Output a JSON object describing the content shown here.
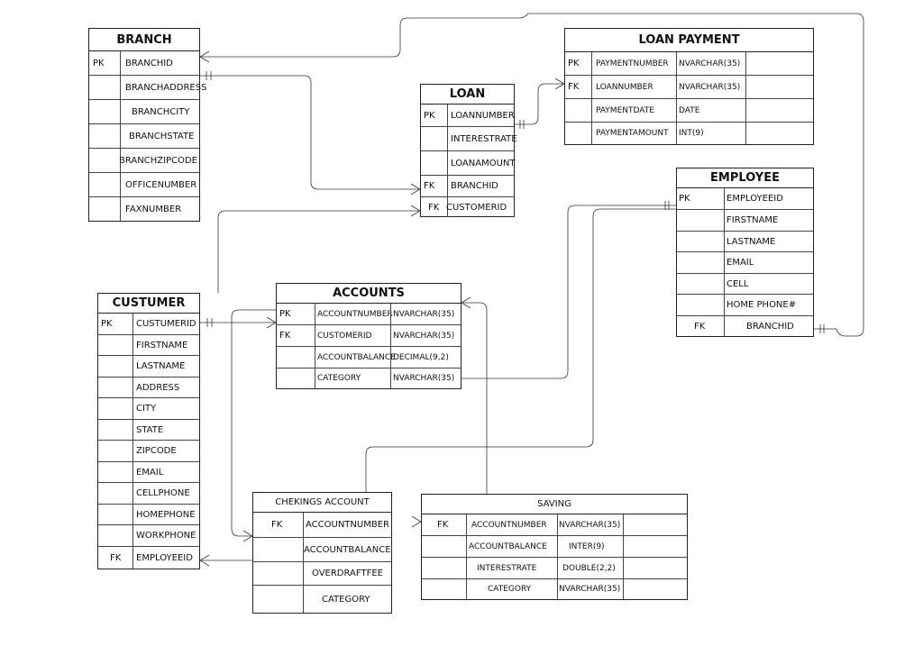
{
  "entities": {
    "branch": {
      "title": "BRANCH",
      "rows": [
        {
          "key": "PK",
          "name": "BRANCHID"
        },
        {
          "key": "",
          "name": "BRANCHADDRESS"
        },
        {
          "key": "",
          "name": "BRANCHCITY"
        },
        {
          "key": "",
          "name": "BRANCHSTATE"
        },
        {
          "key": "",
          "name": "BRANCHZIPCODE"
        },
        {
          "key": "",
          "name": "OFFICENUMBER"
        },
        {
          "key": "",
          "name": "FAXNUMBER"
        }
      ]
    },
    "loan": {
      "title": "LOAN",
      "rows": [
        {
          "key": "PK",
          "name": "LOANNUMBER"
        },
        {
          "key": "",
          "name": "INTERESTRATE"
        },
        {
          "key": "",
          "name": "LOANAMOUNT"
        },
        {
          "key": "FK",
          "name": "BRANCHID"
        },
        {
          "key": "FK",
          "name": "CUSTOMERID"
        }
      ]
    },
    "loan_payment": {
      "title": "LOAN PAYMENT",
      "rows": [
        {
          "key": "PK",
          "name": "PAYMENTNUMBER",
          "type": "NVARCHAR(35)"
        },
        {
          "key": "FK",
          "name": "LOANNUMBER",
          "type": "NVARCHAR(35)"
        },
        {
          "key": "",
          "name": "PAYMENTDATE",
          "type": "DATE"
        },
        {
          "key": "",
          "name": "PAYMENTAMOUNT",
          "type": "INT(9)"
        }
      ]
    },
    "employee": {
      "title": "EMPLOYEE",
      "rows": [
        {
          "key": "PK",
          "name": "EMPLOYEEID"
        },
        {
          "key": "",
          "name": "FIRSTNAME"
        },
        {
          "key": "",
          "name": "LASTNAME"
        },
        {
          "key": "",
          "name": "EMAIL"
        },
        {
          "key": "",
          "name": "CELL"
        },
        {
          "key": "",
          "name": "HOME PHONE#"
        },
        {
          "key": "FK",
          "name": "BRANCHID"
        }
      ]
    },
    "custumer": {
      "title": "CUSTUMER",
      "rows": [
        {
          "key": "PK",
          "name": "CUSTUMERID"
        },
        {
          "key": "",
          "name": "FIRSTNAME"
        },
        {
          "key": "",
          "name": "LASTNAME"
        },
        {
          "key": "",
          "name": "ADDRESS"
        },
        {
          "key": "",
          "name": "CITY"
        },
        {
          "key": "",
          "name": "STATE"
        },
        {
          "key": "",
          "name": "ZIPCODE"
        },
        {
          "key": "",
          "name": "EMAIL"
        },
        {
          "key": "",
          "name": "CELLPHONE"
        },
        {
          "key": "",
          "name": "HOMEPHONE"
        },
        {
          "key": "",
          "name": "WORKPHONE"
        },
        {
          "key": "FK",
          "name": "EMPLOYEEID"
        }
      ]
    },
    "accounts": {
      "title": "ACCOUNTS",
      "rows": [
        {
          "key": "PK",
          "name": "ACCOUNTNUMBER",
          "type": "NVARCHAR(35)"
        },
        {
          "key": "FK",
          "name": "CUSTOMERID",
          "type": "NVARCHAR(35)"
        },
        {
          "key": "",
          "name": "ACCOUNTBALANCE",
          "type": "DECIMAL(9,2)"
        },
        {
          "key": "",
          "name": "CATEGORY",
          "type": "NVARCHAR(35)"
        }
      ]
    },
    "checkings": {
      "title": "CHEKINGS ACCOUNT",
      "rows": [
        {
          "key": "FK",
          "name": "ACCOUNTNUMBER"
        },
        {
          "key": "",
          "name": "ACCOUNTBALANCE"
        },
        {
          "key": "",
          "name": "OVERDRAFTFEE"
        },
        {
          "key": "",
          "name": "CATEGORY"
        }
      ]
    },
    "saving": {
      "title": "SAVING",
      "rows": [
        {
          "key": "FK",
          "name": "ACCOUNTNUMBER",
          "type": "NVARCHAR(35)"
        },
        {
          "key": "",
          "name": "ACCOUNTBALANCE",
          "type": "INTER(9)"
        },
        {
          "key": "",
          "name": "INTERESTRATE",
          "type": "DOUBLE(2,2)"
        },
        {
          "key": "",
          "name": "CATEGORY",
          "type": "NVARCHAR(35)"
        }
      ]
    }
  }
}
